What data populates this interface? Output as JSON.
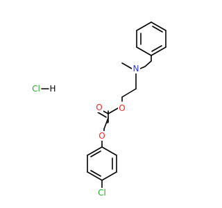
{
  "atoms": {
    "N": {
      "label": "N",
      "color": "#3333ff"
    },
    "O_ester": {
      "label": "O",
      "color": "#ff2020"
    },
    "O_carbonyl": {
      "label": "O",
      "color": "#ff2020"
    },
    "O_ether": {
      "label": "O",
      "color": "#ff2020"
    },
    "Cl_ring": {
      "label": "Cl",
      "color": "#1fb01f"
    }
  },
  "salt": {
    "hcl": "Cl",
    "h": "H",
    "cl_color": "#1fb01f",
    "h_color": "#000000"
  }
}
